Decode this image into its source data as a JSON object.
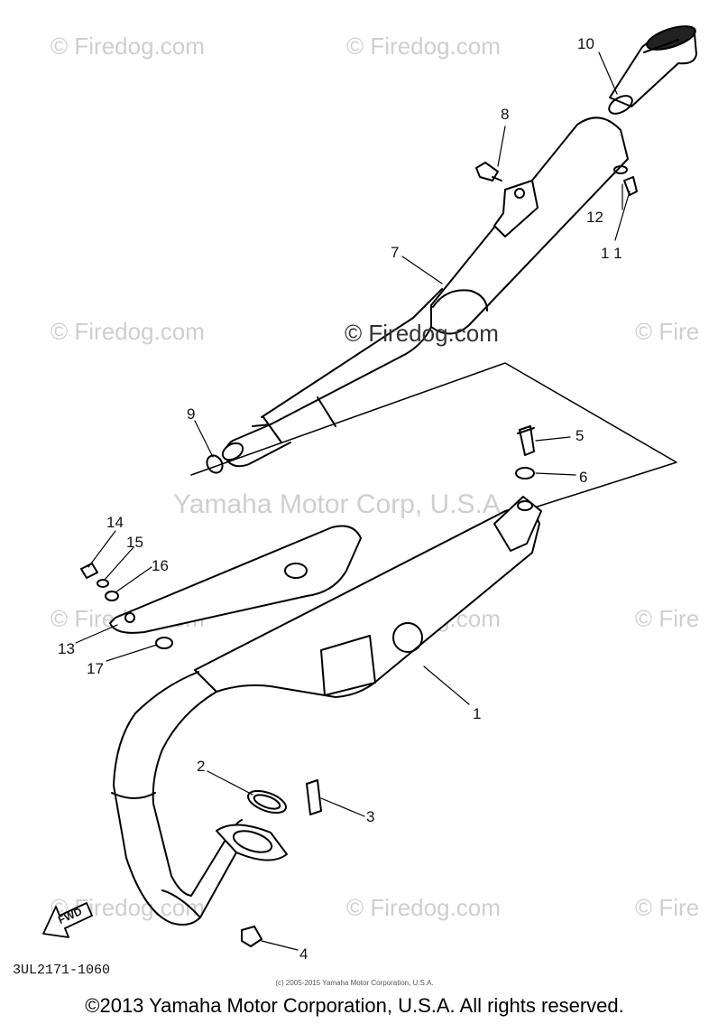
{
  "watermarks": {
    "firedog": "© Firedog.com",
    "firedog_partial_right": "© Fire",
    "yamaha": "Yamaha Motor Corp, U.S.A."
  },
  "callouts": {
    "c1": "1",
    "c2": "2",
    "c3": "3",
    "c4": "4",
    "c5": "5",
    "c6": "6",
    "c7": "7",
    "c8": "8",
    "c9": "9",
    "c10": "10",
    "c11": "1 1",
    "c12": "12",
    "c13": "13",
    "c14": "14",
    "c15": "15",
    "c16": "16",
    "c17": "17"
  },
  "fwd_label": "FWD",
  "part_code": "3UL2171-1060",
  "small_copyright": "(c) 2005-2015 Yamaha Motor Corporation, U.S.A.",
  "copyright": "©2013 Yamaha Motor Corporation, U.S.A. All rights reserved."
}
